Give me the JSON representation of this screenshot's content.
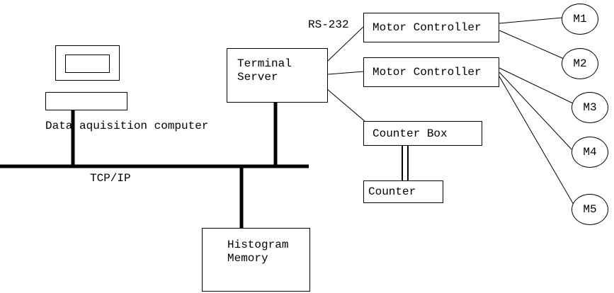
{
  "colors": {
    "line": "#000000",
    "background": "#ffffff",
    "text": "#000000"
  },
  "diagram": {
    "computer": {
      "label": "Data aquisition computer"
    },
    "bus": {
      "label": "TCP/IP"
    },
    "serial_link": {
      "label": "RS-232"
    },
    "terminal_server": {
      "line1": "Terminal",
      "line2": "Server"
    },
    "motor_controller_1": {
      "label": "Motor Controller"
    },
    "motor_controller_2": {
      "label": "Motor Controller"
    },
    "counter_box": {
      "label": "Counter Box"
    },
    "counter": {
      "label": "Counter"
    },
    "histogram_memory": {
      "line1": "Histogram",
      "line2": "Memory"
    },
    "motors": [
      {
        "label": "M1"
      },
      {
        "label": "M2"
      },
      {
        "label": "M3"
      },
      {
        "label": "M4"
      },
      {
        "label": "M5"
      }
    ]
  }
}
